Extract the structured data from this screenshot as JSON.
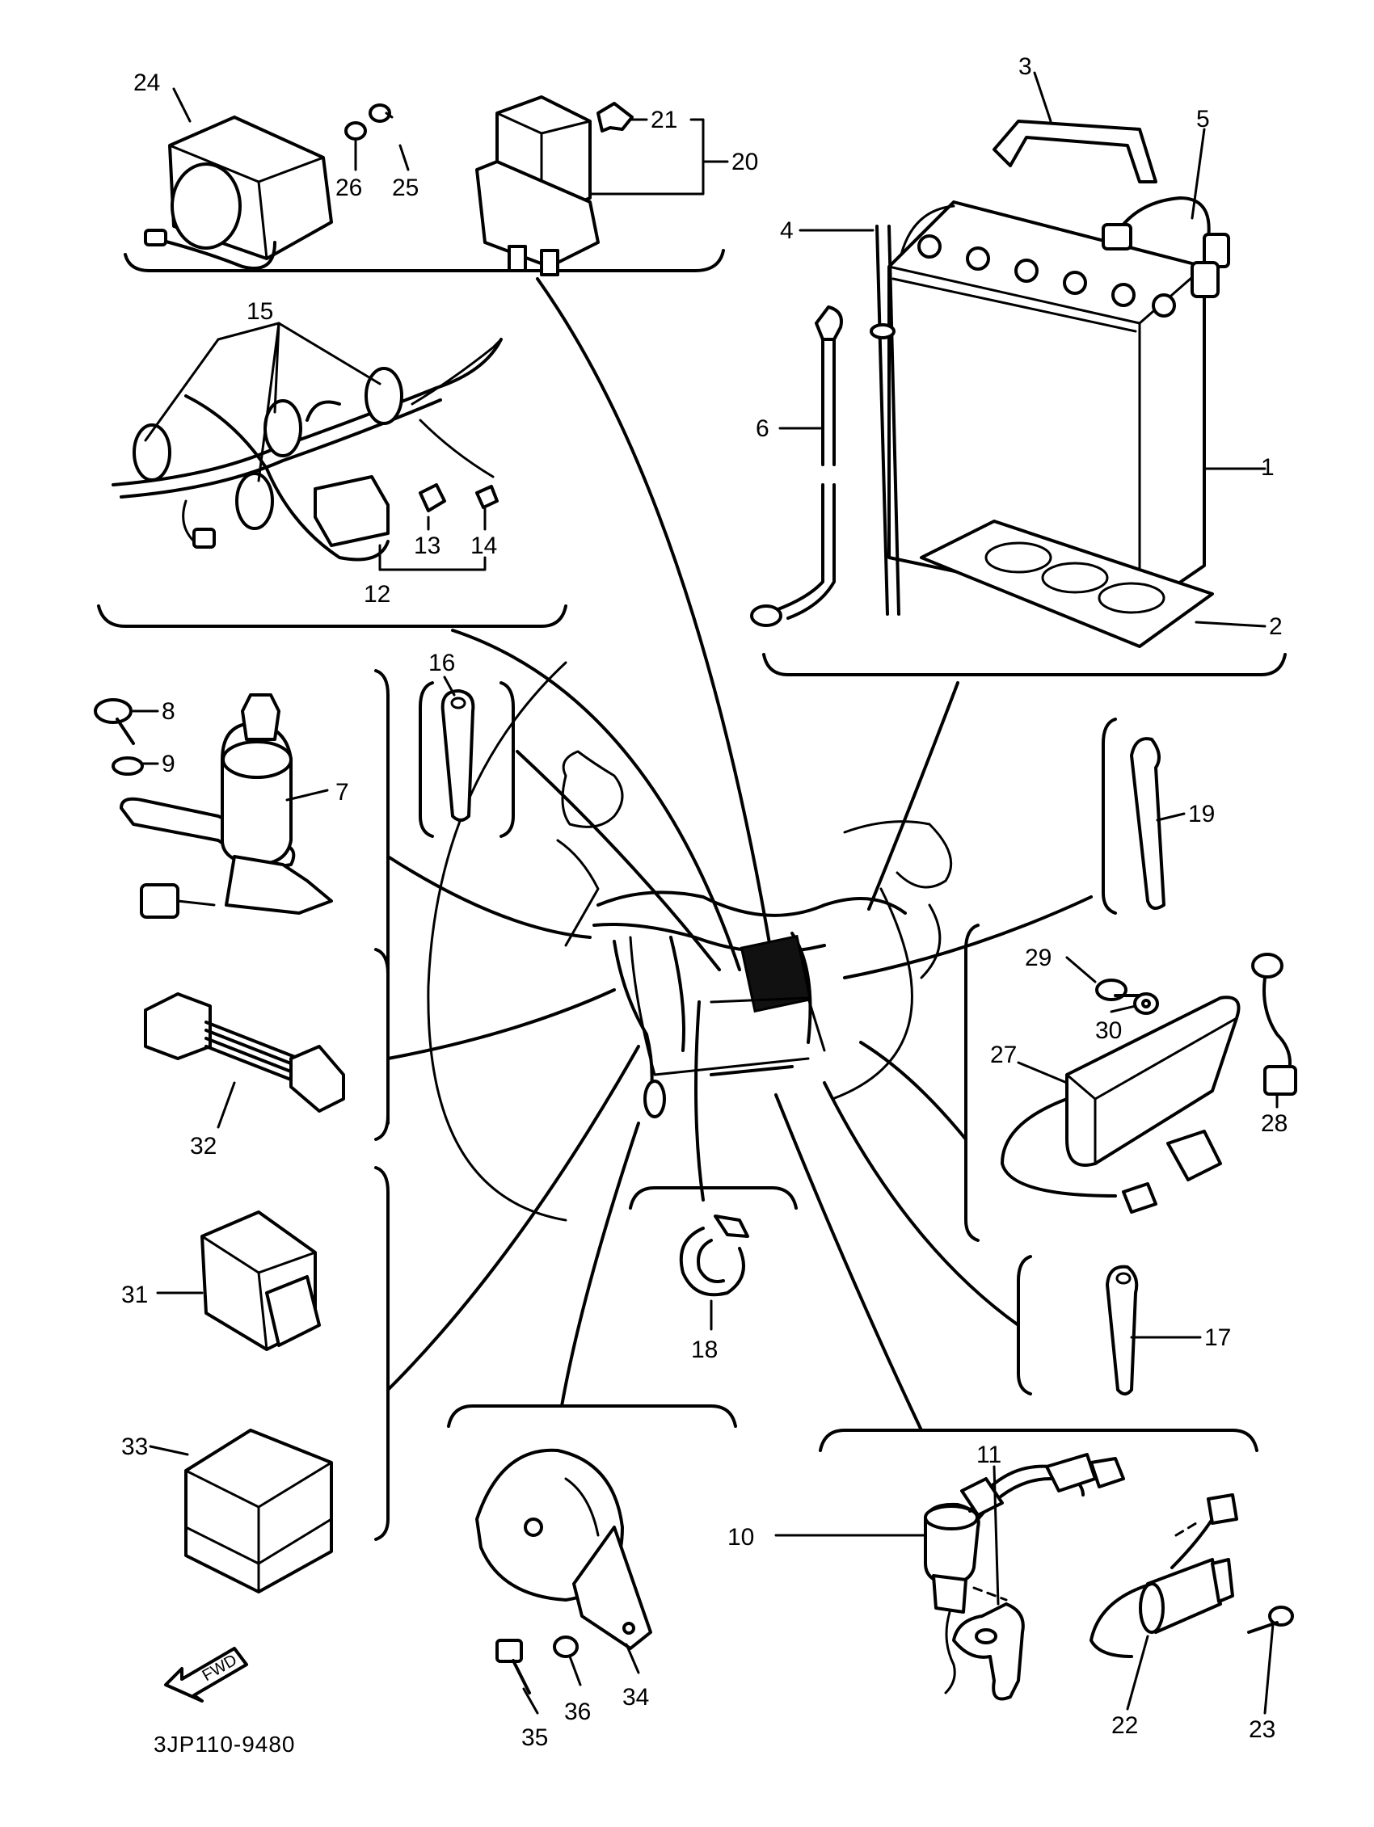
{
  "diagram": {
    "code": "3JP110-9480",
    "fwd_label": "FWD",
    "callouts": [
      {
        "id": "1",
        "text": "1"
      },
      {
        "id": "2",
        "text": "2"
      },
      {
        "id": "3",
        "text": "3"
      },
      {
        "id": "4",
        "text": "4"
      },
      {
        "id": "5",
        "text": "5"
      },
      {
        "id": "6",
        "text": "6"
      },
      {
        "id": "7",
        "text": "7"
      },
      {
        "id": "8",
        "text": "8"
      },
      {
        "id": "9",
        "text": "9"
      },
      {
        "id": "10",
        "text": "10"
      },
      {
        "id": "11",
        "text": "11"
      },
      {
        "id": "12",
        "text": "12"
      },
      {
        "id": "13",
        "text": "13"
      },
      {
        "id": "14",
        "text": "14"
      },
      {
        "id": "15",
        "text": "15"
      },
      {
        "id": "16",
        "text": "16"
      },
      {
        "id": "17",
        "text": "17"
      },
      {
        "id": "18",
        "text": "18"
      },
      {
        "id": "19",
        "text": "19"
      },
      {
        "id": "20",
        "text": "20"
      },
      {
        "id": "21",
        "text": "21"
      },
      {
        "id": "22",
        "text": "22"
      },
      {
        "id": "23",
        "text": "23"
      },
      {
        "id": "24",
        "text": "24"
      },
      {
        "id": "25",
        "text": "25"
      },
      {
        "id": "26",
        "text": "26"
      },
      {
        "id": "27",
        "text": "27"
      },
      {
        "id": "28",
        "text": "28"
      },
      {
        "id": "29",
        "text": "29"
      },
      {
        "id": "30",
        "text": "30"
      },
      {
        "id": "31",
        "text": "31"
      },
      {
        "id": "32",
        "text": "32"
      },
      {
        "id": "33",
        "text": "33"
      },
      {
        "id": "34",
        "text": "34"
      },
      {
        "id": "35",
        "text": "35"
      },
      {
        "id": "36",
        "text": "36"
      }
    ]
  }
}
